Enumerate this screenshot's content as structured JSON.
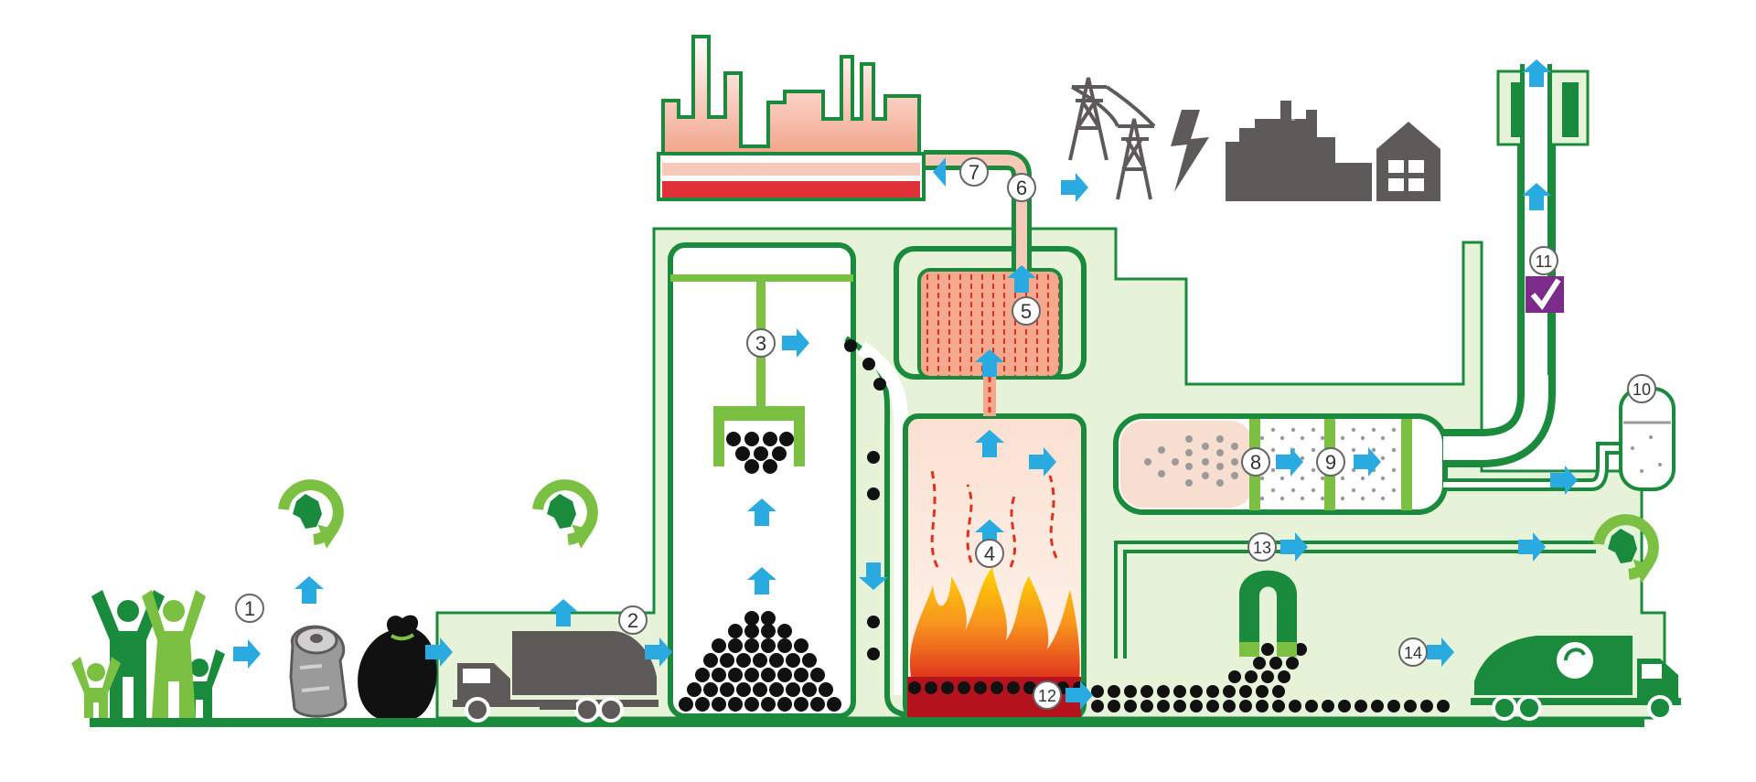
{
  "diagram": {
    "steps": [
      {
        "number": "1"
      },
      {
        "number": "2"
      },
      {
        "number": "3"
      },
      {
        "number": "4"
      },
      {
        "number": "5"
      },
      {
        "number": "6"
      },
      {
        "number": "7"
      },
      {
        "number": "8"
      },
      {
        "number": "9"
      },
      {
        "number": "10"
      },
      {
        "number": "11"
      },
      {
        "number": "12"
      },
      {
        "number": "13"
      },
      {
        "number": "14"
      }
    ],
    "icons": [
      "people-icon",
      "recycle-wales-icon",
      "can-icon",
      "rubbish-bag-icon",
      "refuse-truck-icon",
      "grab-crane-icon",
      "flames-icon",
      "boiler-icon",
      "factory-icon",
      "pylon-icon",
      "lightning-icon",
      "industry-icon",
      "house-icon",
      "checkmark-icon",
      "silo-icon",
      "magnet-icon",
      "recycling-truck-icon",
      "stack-icon"
    ],
    "colors": {
      "plant_fill": "#e6f3d8",
      "plant_outline": "#1a8a3c",
      "light_green": "#7bc043",
      "arrow": "#29abe2",
      "heat": "#f7c9b8",
      "fire": "#f15a24",
      "grey_icons": "#5f5a5a",
      "check_box": "#7b2c8a",
      "ash": "#111111"
    }
  }
}
